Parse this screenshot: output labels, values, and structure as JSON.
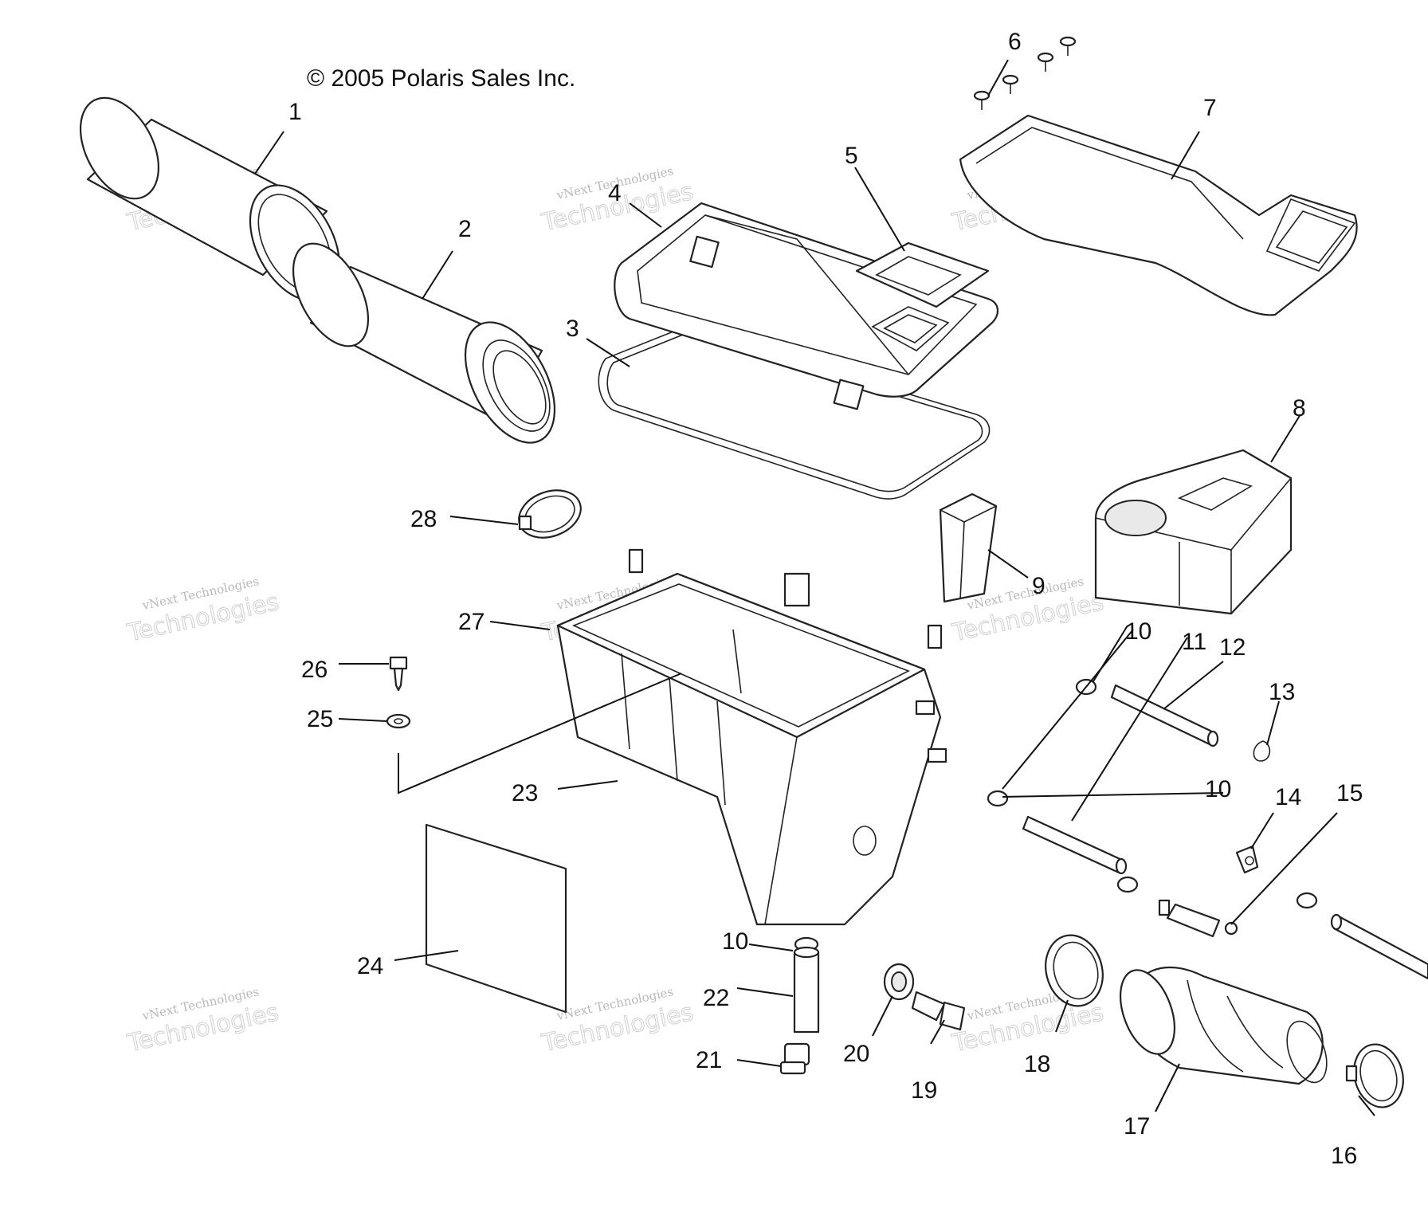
{
  "copyright": "© 2005 Polaris Sales Inc.",
  "watermark": {
    "line1": "vNext Technologies",
    "line2": "Technologies"
  },
  "callouts": [
    "1",
    "2",
    "3",
    "4",
    "5",
    "6",
    "7",
    "8",
    "9",
    "10",
    "10",
    "10",
    "10",
    "11",
    "12",
    "13",
    "14",
    "15",
    "16",
    "17",
    "18",
    "19",
    "20",
    "21",
    "22",
    "23",
    "24",
    "25",
    "26",
    "27",
    "28"
  ]
}
